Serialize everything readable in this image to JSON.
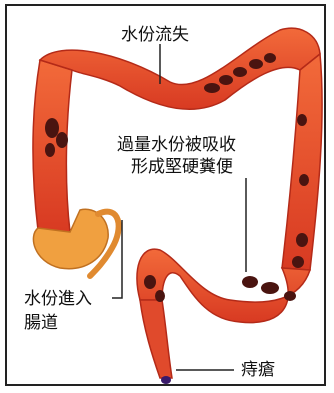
{
  "labels": {
    "water_loss": "水份流失",
    "absorb_line1": "過量水份被吸收",
    "absorb_line2": "形成堅硬糞便",
    "enter_line1": "水份進入",
    "enter_line2": "腸道",
    "hemorrhoid": "痔瘡"
  },
  "colors": {
    "intestine": "#e8452a",
    "intestine_light": "#f47a4a",
    "stool": "#4a1410",
    "appendix": "#f0a040",
    "outline": "#222222"
  }
}
